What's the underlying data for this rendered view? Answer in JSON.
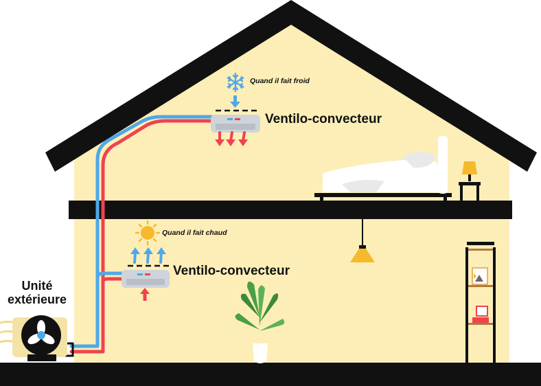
{
  "colors": {
    "wall": "#fdeeb8",
    "structure": "#111111",
    "warm": "#f0434f",
    "cool": "#4fa8e6",
    "accent": "#f5b92b",
    "unit_body": "#cfd3da"
  },
  "outdoor_unit": {
    "title_line1": "Unité",
    "title_line2": "extérieure",
    "icon": "fan-icon"
  },
  "upper_unit": {
    "condition": "Quand il fait froid",
    "condition_icon": "snowflake-icon",
    "label": "Ventilo-convecteur",
    "airflow": "warm-air-down"
  },
  "lower_unit": {
    "condition": "Quand il fait chaud",
    "condition_icon": "sun-icon",
    "label": "Ventilo-convecteur",
    "airflow": "cool-air-up"
  }
}
